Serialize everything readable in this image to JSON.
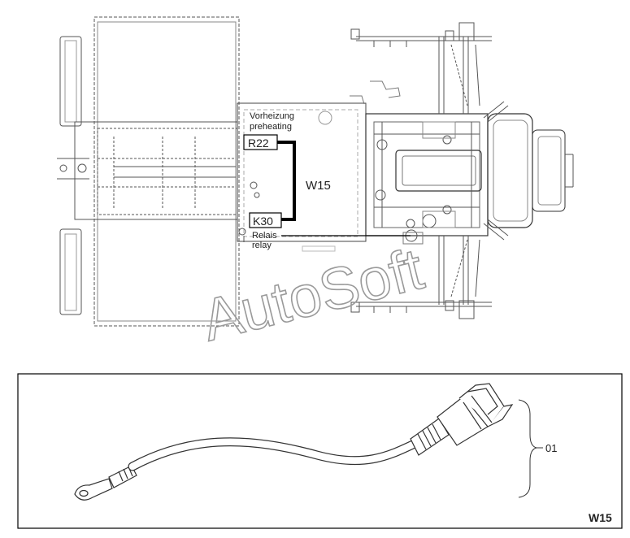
{
  "overview": {
    "label_preheating_de": "Vorheizung",
    "label_preheating_en": "preheating",
    "terminal_top": "R22",
    "terminal_bottom": "K30",
    "cable_id": "W15",
    "label_relay_de": "Relais",
    "label_relay_en": "relay"
  },
  "detail": {
    "callout_number": "01",
    "panel_id": "W15"
  },
  "watermark": "AutoSoft"
}
